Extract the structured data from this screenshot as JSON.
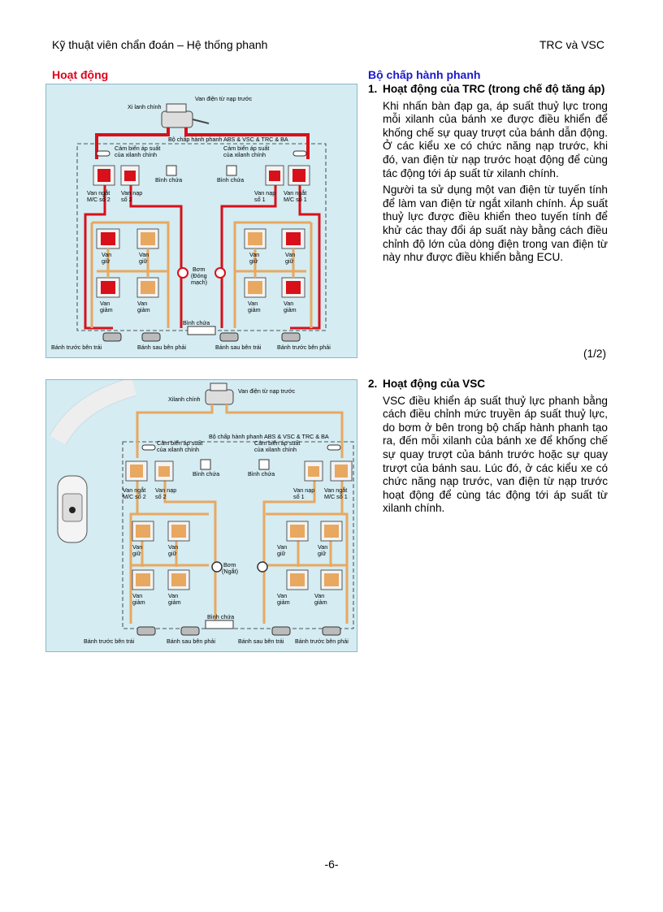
{
  "header": {
    "left": "Kỹ thuật viên chẩn đoán – Hệ thống phanh",
    "right": "TRC và VSC"
  },
  "left_section_title": "Hoạt động",
  "right_section_title": "Bộ chấp hành phanh",
  "items": [
    {
      "number": "1.",
      "title": "Hoạt động của TRC (trong chế độ tăng áp)",
      "paragraphs": [
        "Khi nhấn bàn đạp ga, áp suất thuỷ lực trong mỗi xilanh của bánh xe được điều khiển để khống chế sự quay trượt của bánh dẫn động. Ở các kiểu xe có chức năng nạp trước, khi đó, van điện từ nạp trước hoạt động để cùng tác động tới áp suất từ xilanh chính.",
        "Người ta sử dụng một van điện từ tuyến tính để làm van điện từ ngắt xilanh chính. Áp suất thuỷ lực được điều khiển theo tuyến tính để khử các thay đổi áp suất này bằng cách điều chỉnh độ lớn của dòng điện trong van điện từ này như được điều khiển bằng ECU."
      ],
      "page_ref": "(1/2)"
    },
    {
      "number": "2.",
      "title": "Hoạt động của VSC",
      "paragraphs": [
        "VSC điều khiển áp suất thuỷ lực phanh bằng cách điều chỉnh mức truyền áp suất thuỷ lực, do bơm ở bên trong bộ chấp hành phanh tạo ra, đến mỗi xilanh của bánh xe để khống chế sự quay trượt của bánh trước hoặc sự quay trượt của bánh sau. Lúc đó, ở các kiểu xe có chức năng nạp trước, van điện từ nạp trước hoạt động để cùng tác động tới áp suất từ xilanh chính."
      ]
    }
  ],
  "figure1": {
    "van_nap_truoc": "Van điện từ nạp trước",
    "xi_lanh_chinh": "Xi lanh chính",
    "actuator": "Bộ chấp hành phanh ABS & VSC & TRC & BA",
    "sensor_l1": "Cảm biến áp suất",
    "sensor_l2": "của xilanh chính",
    "binh_chua": "Bình chứa",
    "van_ngat_1": "Van ngắt",
    "mc_so_2": "M/C số 2",
    "mc_so_1": "M/C số 1",
    "van_nap": "Van nạp",
    "so_2": "số 2",
    "so_1": "số 1",
    "van": "Van",
    "giu": "giữ",
    "giam": "giảm",
    "bom_1": "Bơm",
    "bom_2": "(Đóng",
    "bom_3": "mạch)",
    "wheel_fl": "Bánh trước bên trái",
    "wheel_rr": "Bánh sau bên phải",
    "wheel_rl": "Bánh sau bên trái",
    "wheel_fr": "Bánh trước bên phải"
  },
  "figure2": {
    "van_nap_truoc": "Van điện từ nạp trước",
    "xi_lanh_chinh": "Xilanh chính",
    "actuator": "Bộ chấp hành phanh ABS & VSC & TRC & BA",
    "bom_1": "Bơm",
    "bom_2": "(Ngắt)",
    "wheel_fl": "Bánh trước bên trái",
    "wheel_rr": "Bánh sau bên phải",
    "wheel_rl": "Bánh sau bên trái",
    "wheel_fr": "Bánh trước bên phải"
  },
  "footer": "-6-",
  "colors": {
    "section_red": "#e2001a",
    "section_blue": "#1a1acc",
    "pipe_red": "#d8101a",
    "pipe_orange": "#e8a860",
    "figure_bg": "#d4ecf2"
  }
}
